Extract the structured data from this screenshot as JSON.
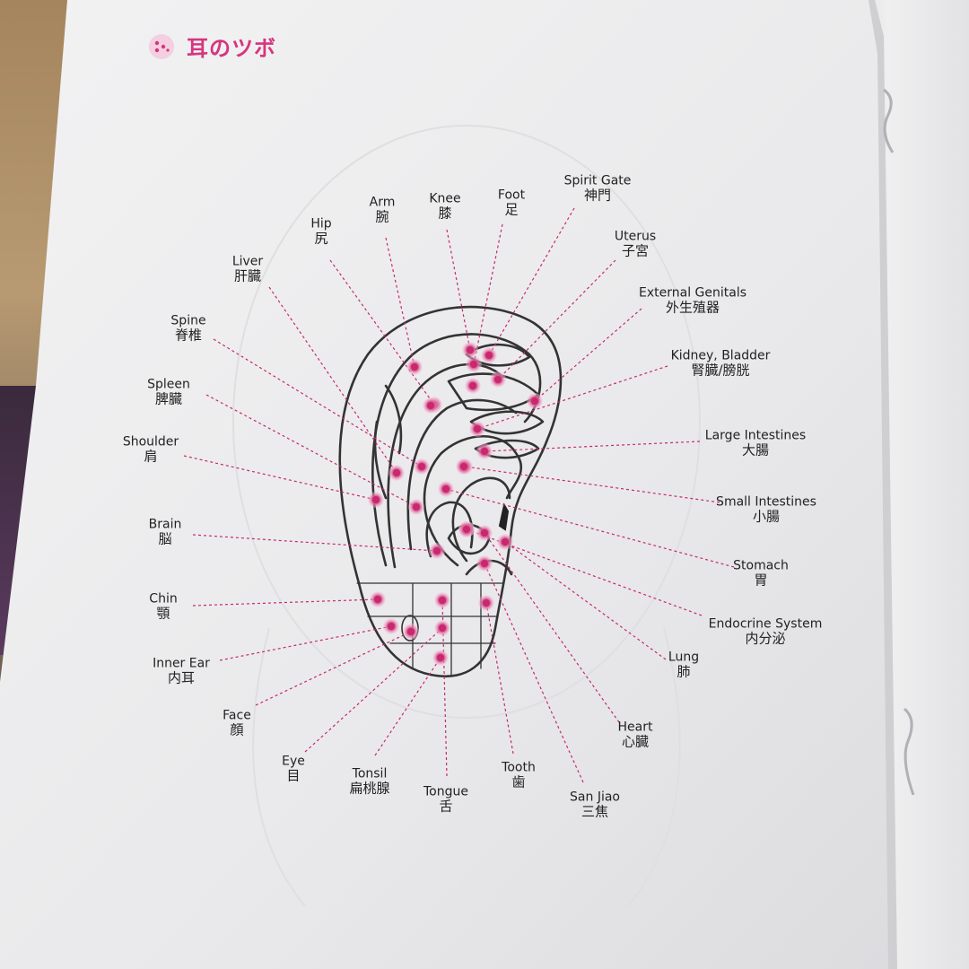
{
  "page": {
    "title": "耳のツボ",
    "accent_color": "#d6357f",
    "point_color": "#c8286e",
    "line_color": "#c8286e"
  },
  "points": [
    {
      "key": "spirit_gate",
      "en": "Spirit Gate",
      "ja": "神門"
    },
    {
      "key": "foot",
      "en": "Foot",
      "ja": "足"
    },
    {
      "key": "knee",
      "en": "Knee",
      "ja": "膝"
    },
    {
      "key": "arm",
      "en": "Arm",
      "ja": "腕"
    },
    {
      "key": "hip",
      "en": "Hip",
      "ja": "尻"
    },
    {
      "key": "liver",
      "en": "Liver",
      "ja": "肝臓"
    },
    {
      "key": "spine",
      "en": "Spine",
      "ja": "脊椎"
    },
    {
      "key": "spleen",
      "en": "Spleen",
      "ja": "脾臓"
    },
    {
      "key": "shoulder",
      "en": "Shoulder",
      "ja": "肩"
    },
    {
      "key": "brain",
      "en": "Brain",
      "ja": "脳"
    },
    {
      "key": "chin",
      "en": "Chin",
      "ja": "顎"
    },
    {
      "key": "inner_ear",
      "en": "Inner Ear",
      "ja": "内耳"
    },
    {
      "key": "face",
      "en": "Face",
      "ja": "顔"
    },
    {
      "key": "eye",
      "en": "Eye",
      "ja": "目"
    },
    {
      "key": "tonsil",
      "en": "Tonsil",
      "ja": "扁桃腺"
    },
    {
      "key": "tongue",
      "en": "Tongue",
      "ja": "舌"
    },
    {
      "key": "tooth",
      "en": "Tooth",
      "ja": "歯"
    },
    {
      "key": "san_jiao",
      "en": "San Jiao",
      "ja": "三焦"
    },
    {
      "key": "heart",
      "en": "Heart",
      "ja": "心臓"
    },
    {
      "key": "lung",
      "en": "Lung",
      "ja": "肺"
    },
    {
      "key": "endocrine",
      "en": "Endocrine System",
      "ja": "内分泌"
    },
    {
      "key": "stomach",
      "en": "Stomach",
      "ja": "胃"
    },
    {
      "key": "small_intestines",
      "en": "Small Intestines",
      "ja": "小腸"
    },
    {
      "key": "large_intestines",
      "en": "Large Intestines",
      "ja": "大腸"
    },
    {
      "key": "kidney_bladder",
      "en": "Kidney, Bladder",
      "ja": "腎臓/膀胱"
    },
    {
      "key": "external_genitals",
      "en": "External Genitals",
      "ja": "外生殖器"
    },
    {
      "key": "uterus",
      "en": "Uterus",
      "ja": "子宮"
    }
  ]
}
